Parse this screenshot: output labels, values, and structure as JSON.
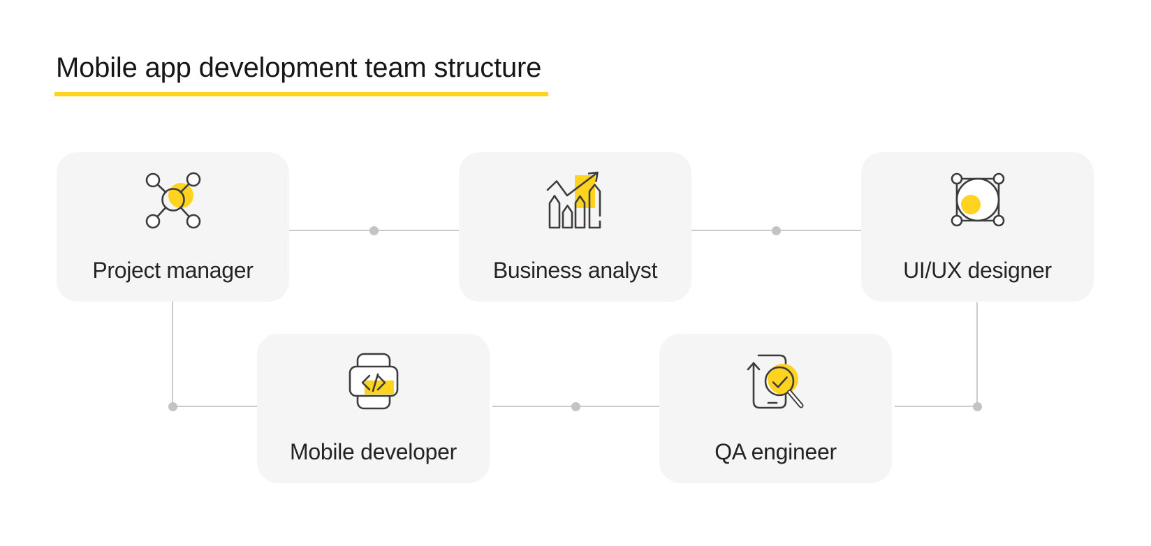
{
  "page": {
    "title": "Mobile app development team structure"
  },
  "theme": {
    "background": "#ffffff",
    "card_background": "#f5f5f6",
    "accent_yellow": "#ffd320",
    "icon_stroke": "#3c3c3c",
    "connector_line": "#cbcbcb",
    "connector_dot": "#c3c3c3",
    "title_color": "#161616",
    "label_color": "#242424"
  },
  "cards": [
    {
      "label": "Project manager",
      "icon": "network-nodes-icon"
    },
    {
      "label": "Business analyst",
      "icon": "growth-chart-icon"
    },
    {
      "label": "UI/UX designer",
      "icon": "vector-shape-icon"
    },
    {
      "label": "Mobile developer",
      "icon": "smartwatch-code-icon"
    },
    {
      "label": "QA engineer",
      "icon": "phone-magnifier-check-icon"
    }
  ]
}
